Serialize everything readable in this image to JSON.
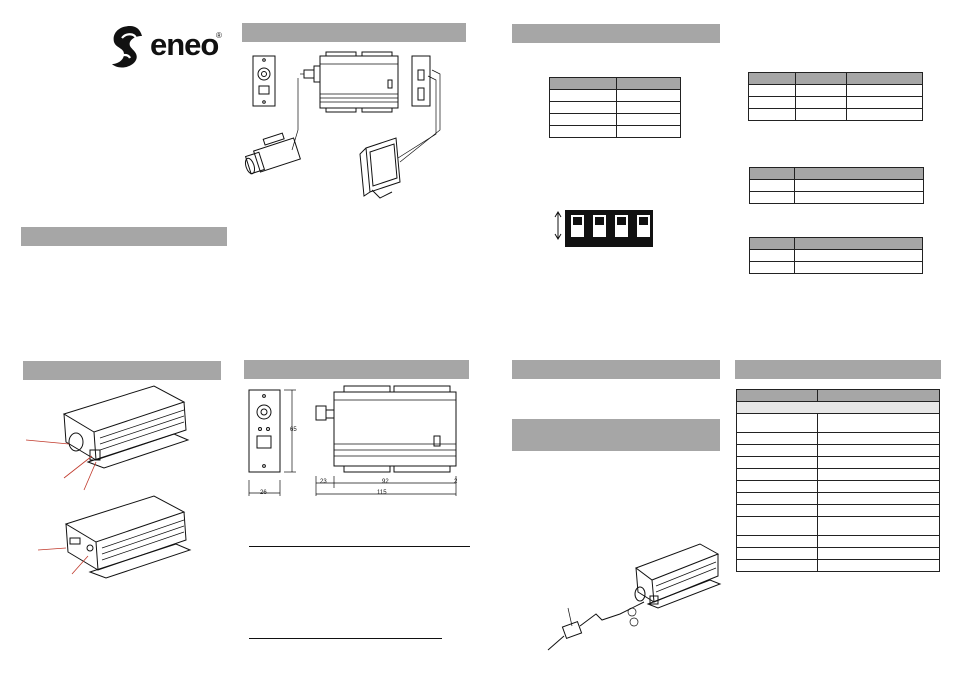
{
  "brand": {
    "name": "eneo",
    "reg_mark": "®"
  },
  "dimensions": {
    "height": "65",
    "width_front": "26",
    "connector": "23",
    "body": "92",
    "tail": "2",
    "total": "115"
  },
  "colors": {
    "section_bar": "#a6a6a6",
    "callout": "#c0392b",
    "line": "#111111"
  }
}
